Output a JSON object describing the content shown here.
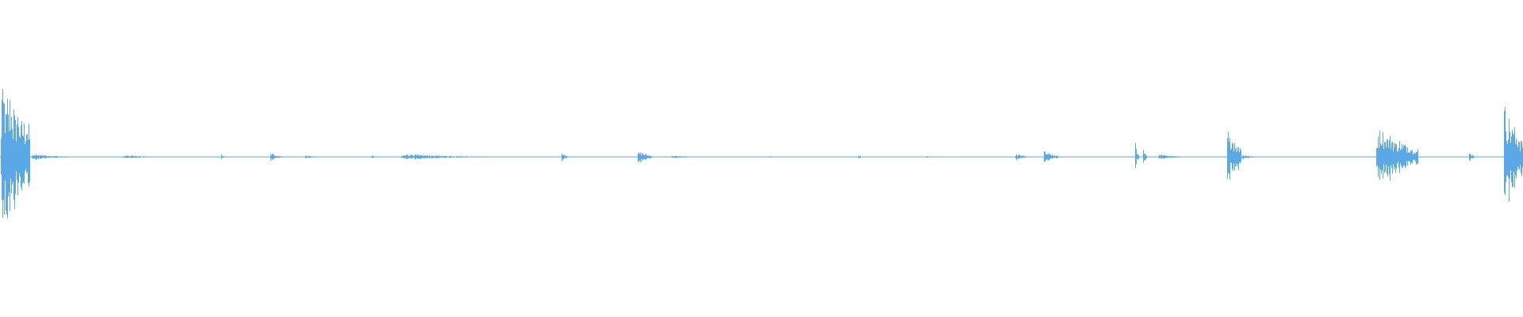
{
  "waveform": {
    "color": "#5aa9e6",
    "background": "#ffffff",
    "amplitude_scale": 1.0,
    "bursts": [
      {
        "pos": 0.0,
        "len": 0.02,
        "amp": 0.93,
        "decay": 0.6
      },
      {
        "pos": 0.02,
        "len": 0.06,
        "amp": 0.05,
        "decay": 0.1
      },
      {
        "pos": 0.08,
        "len": 0.05,
        "amp": 0.035,
        "decay": 0.1
      },
      {
        "pos": 0.145,
        "len": 0.003,
        "amp": 0.05,
        "decay": 0.2
      },
      {
        "pos": 0.177,
        "len": 0.008,
        "amp": 0.06,
        "decay": 0.3
      },
      {
        "pos": 0.2,
        "len": 0.01,
        "amp": 0.03,
        "decay": 0.2
      },
      {
        "pos": 0.243,
        "len": 0.004,
        "amp": 0.03,
        "decay": 0.2
      },
      {
        "pos": 0.262,
        "len": 0.105,
        "amp": 0.04,
        "decay": 0.15
      },
      {
        "pos": 0.368,
        "len": 0.004,
        "amp": 0.1,
        "decay": 0.3
      },
      {
        "pos": 0.418,
        "len": 0.01,
        "amp": 0.09,
        "decay": 0.3
      },
      {
        "pos": 0.44,
        "len": 0.025,
        "amp": 0.02,
        "decay": 0.2
      },
      {
        "pos": 0.505,
        "len": 0.004,
        "amp": 0.015,
        "decay": 0.2
      },
      {
        "pos": 0.563,
        "len": 0.003,
        "amp": 0.04,
        "decay": 0.2
      },
      {
        "pos": 0.608,
        "len": 0.003,
        "amp": 0.02,
        "decay": 0.2
      },
      {
        "pos": 0.666,
        "len": 0.008,
        "amp": 0.05,
        "decay": 0.3
      },
      {
        "pos": 0.685,
        "len": 0.01,
        "amp": 0.08,
        "decay": 0.3
      },
      {
        "pos": 0.745,
        "len": 0.003,
        "amp": 0.28,
        "decay": 0.2
      },
      {
        "pos": 0.75,
        "len": 0.003,
        "amp": 0.22,
        "decay": 0.2
      },
      {
        "pos": 0.76,
        "len": 0.028,
        "amp": 0.04,
        "decay": 0.15
      },
      {
        "pos": 0.805,
        "len": 0.01,
        "amp": 0.38,
        "decay": 0.45
      },
      {
        "pos": 0.815,
        "len": 0.012,
        "amp": 0.04,
        "decay": 0.2
      },
      {
        "pos": 0.903,
        "len": 0.028,
        "amp": 0.45,
        "decay": 0.35
      },
      {
        "pos": 0.964,
        "len": 0.004,
        "amp": 0.08,
        "decay": 0.3
      },
      {
        "pos": 0.987,
        "len": 0.013,
        "amp": 0.75,
        "decay": 0.4
      }
    ],
    "silent_gaps": [
      {
        "from": 0.62,
        "to": 0.63
      }
    ]
  }
}
